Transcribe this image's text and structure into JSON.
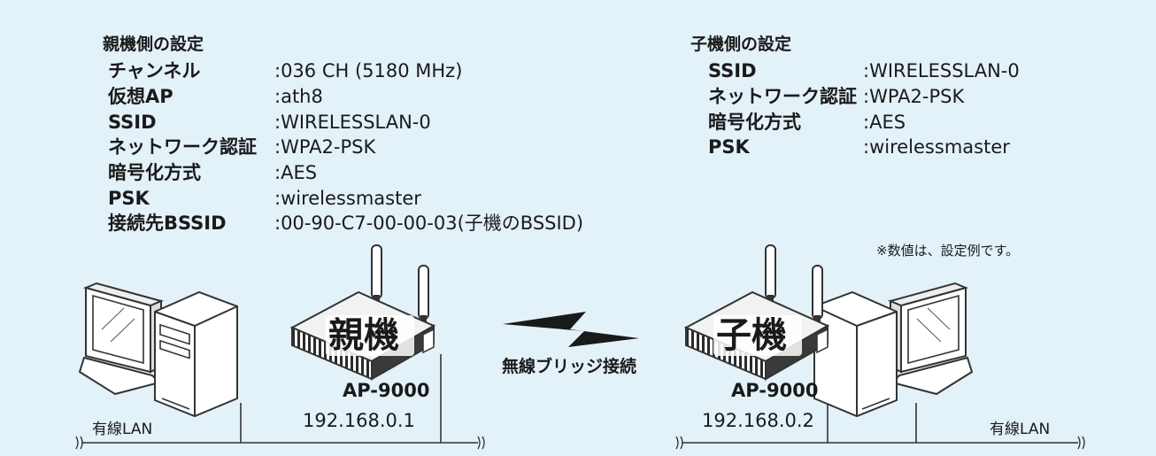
{
  "parent_settings": {
    "heading": "親機側の設定",
    "rows": [
      {
        "label": "チャンネル",
        "value": ":036 CH (5180 MHz)"
      },
      {
        "label": "仮想AP",
        "value": ":ath8"
      },
      {
        "label": "SSID",
        "value": ":WIRELESSLAN-0"
      },
      {
        "label": "ネットワーク認証",
        "value": ":WPA2-PSK"
      },
      {
        "label": "暗号化方式",
        "value": ":AES"
      },
      {
        "label": "PSK",
        "value": ":wirelessmaster"
      },
      {
        "label": "接続先BSSID",
        "value": ":00-90-C7-00-00-03(子機のBSSID)"
      }
    ]
  },
  "child_settings": {
    "heading": "子機側の設定",
    "rows": [
      {
        "label": "SSID",
        "value": ":WIRELESSLAN-0"
      },
      {
        "label": "ネットワーク認証",
        "value": ":WPA2-PSK"
      },
      {
        "label": "暗号化方式",
        "value": ":AES"
      },
      {
        "label": "PSK",
        "value": ":wirelessmaster"
      }
    ]
  },
  "note": "※数値は、設定例です。",
  "parent_device": {
    "badge": "親機",
    "model": "AP-9000",
    "ip": "192.168.0.1"
  },
  "child_device": {
    "badge": "子機",
    "model": "AP-9000",
    "ip": "192.168.0.2"
  },
  "link_label": "無線ブリッジ接続",
  "lan_left": "有線LAN",
  "lan_right": "有線LAN",
  "colors": {
    "background": "#e3f1f9",
    "text": "#1a1a1a",
    "device": "#333333"
  }
}
